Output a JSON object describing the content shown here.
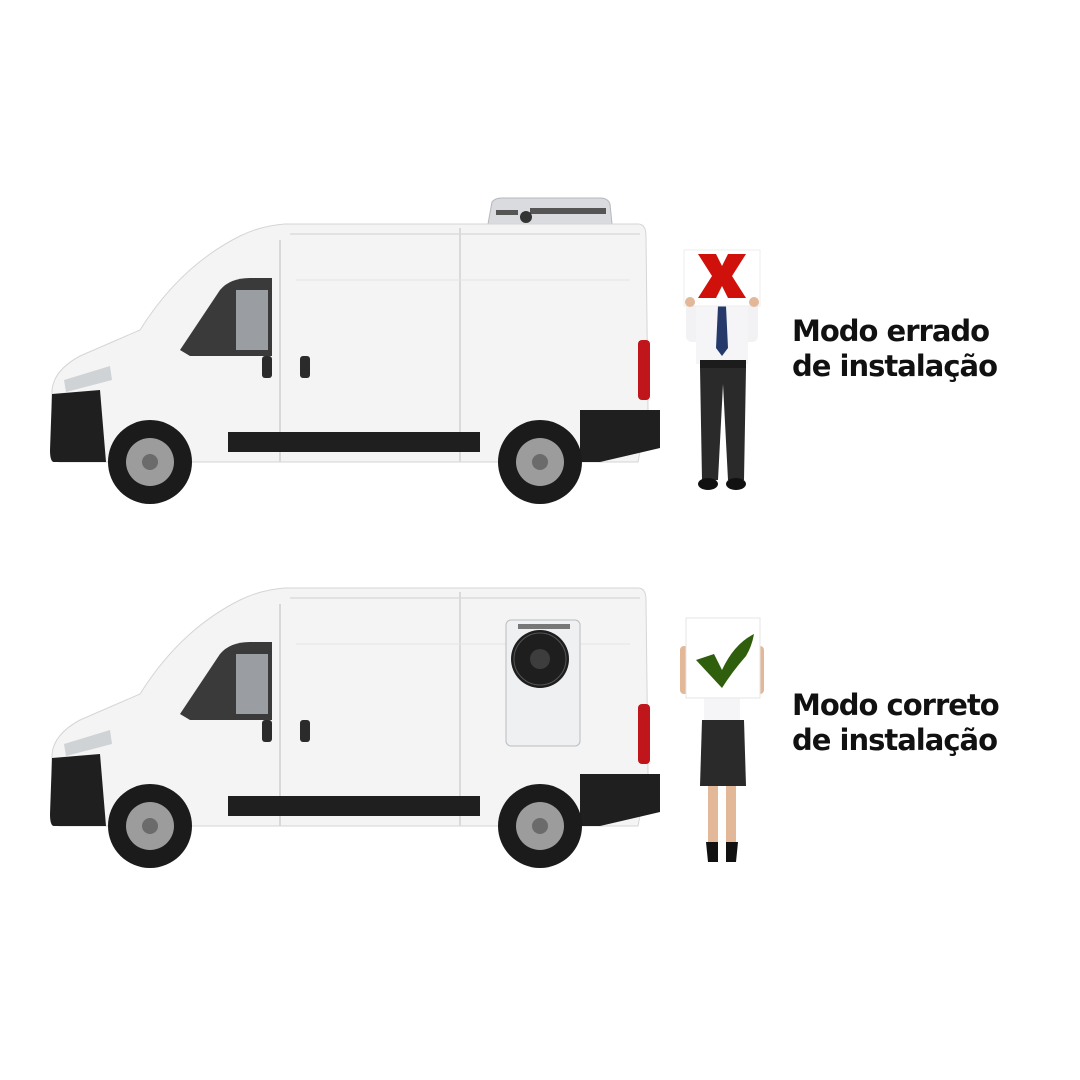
{
  "panels": [
    {
      "id": "wrong",
      "caption_line1": "Modo errado",
      "caption_line2": "de instalação",
      "unit_position": "roof",
      "sign_icon": "x-icon",
      "sign_color": "#d0100a"
    },
    {
      "id": "correct",
      "caption_line1": "Modo correto",
      "caption_line2": "de instalação",
      "unit_position": "side-wall",
      "sign_icon": "check-icon",
      "sign_color": "#2f5e0c"
    }
  ],
  "colors": {
    "background": "#ffffff",
    "van_body": "#f4f4f4",
    "van_trim": "#1c1c1c",
    "text": "#111111"
  }
}
